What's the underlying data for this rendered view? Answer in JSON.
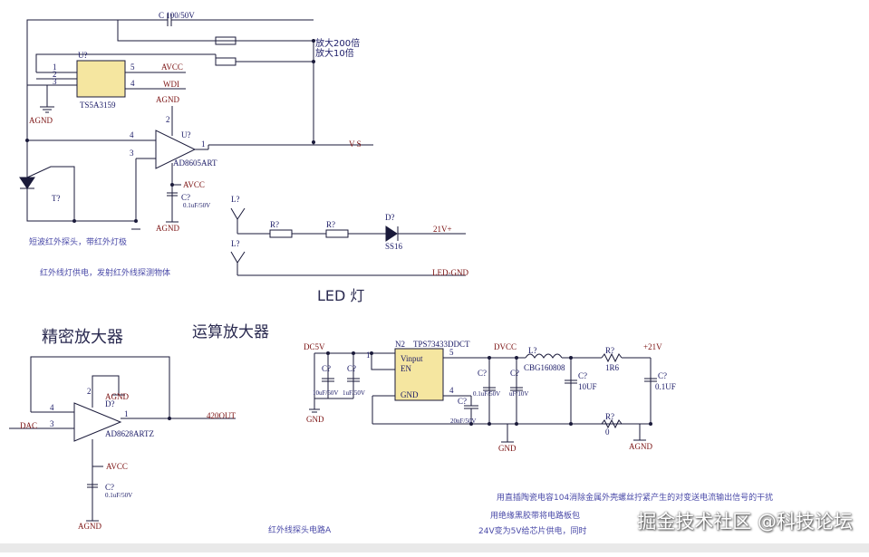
{
  "colors": {
    "wire": "#1a1a3a",
    "net_label": "#7a1010",
    "part_label": "#1a1a66",
    "chinese_small": "#4a4aa8",
    "heading": "#2a2a50"
  },
  "top": {
    "c_feedback": "C  100/50V",
    "opt1": "放大200倍",
    "opt2": "放大10倍",
    "u_mux": "U?",
    "mux_part": "TS5A3159",
    "pin1": "1",
    "pin2": "2",
    "pin3": "3",
    "pin4": "4",
    "pin5": "5",
    "avcc": "AVCC",
    "wdi": "WDI",
    "agnd": "AGND",
    "opamp_ref": "U?",
    "opamp_part": "AD8605ART",
    "ip4": "4",
    "ip3": "3",
    "ip2": "2",
    "ip1": "1",
    "vs": "V S",
    "c_bypass": "C?",
    "c_bypass_val": "0.1uF/50V",
    "sensor_ref": "T?",
    "agnd2": "AGND",
    "agnd3": "AGND",
    "note_probe": "短波红外探头，带红外灯极",
    "note_power": "红外线灯供电，发射红外线探测物体"
  },
  "led": {
    "l1": "L?",
    "l2": "L?",
    "r1": "R?",
    "r2": "R?",
    "d": "D?",
    "d_part": "SS16",
    "v21": "21V+",
    "gnd": "LED-GND",
    "title": "LED 灯"
  },
  "precision": {
    "title": "精密放大器",
    "opamp_ref": "D?",
    "opamp_part": "AD8628ARTZ",
    "pin4": "4",
    "pin3": "3",
    "pin1": "1",
    "pin2": "2",
    "dac": "DAC",
    "out": "420OUT",
    "agnd_top": "AGND",
    "avcc": "AVCC",
    "c_ref": "C?",
    "c_val": "0.1uF/50V",
    "agnd_bot": "AGND",
    "sub_title": "红外线探头电路A"
  },
  "opamp_title": "运算放大器",
  "regulator": {
    "dc5v": "DC5V",
    "n2": "N2",
    "chip": "TPS73433DDCT",
    "vinput": "Vinput",
    "en": "EN",
    "gnd_pin": "GND",
    "pin5": "5",
    "pin4": "4",
    "pin1": "1",
    "c_in1": "C?",
    "c_in2": "C?",
    "c_in1_val": "10uF/50V",
    "c_in2_val": "1uF/50V",
    "c_out1": "C?",
    "c_out2": "C?",
    "c_out_val": "0.1uF/50V",
    "c_out2_val": "uF/10V",
    "c_nr": "C?",
    "c_nr_val": "20nF/50V",
    "dvcc": "DVCC",
    "inductor": "L?",
    "inductor_part": "CBG160808",
    "c_mid": "C?",
    "c_mid_val": "10UF",
    "r1": "R?",
    "r1_val": "1R6",
    "r2": "R?",
    "r2_val": "0",
    "v21": "+21V",
    "c_right": "C?",
    "c_right_val": "0.1UF",
    "gnd_left": "GND",
    "gnd_mid": "GND",
    "agnd": "AGND",
    "note1": "用直插陶瓷电容104消除金属外壳螺丝拧紧产生的对变送电流输出信号的干扰",
    "note2": "用绝缘黑胶带将电路板包",
    "note3": "24V变为5V给芯片供电，同时",
    "watermark": "掘金技术社区 @科技论坛"
  }
}
